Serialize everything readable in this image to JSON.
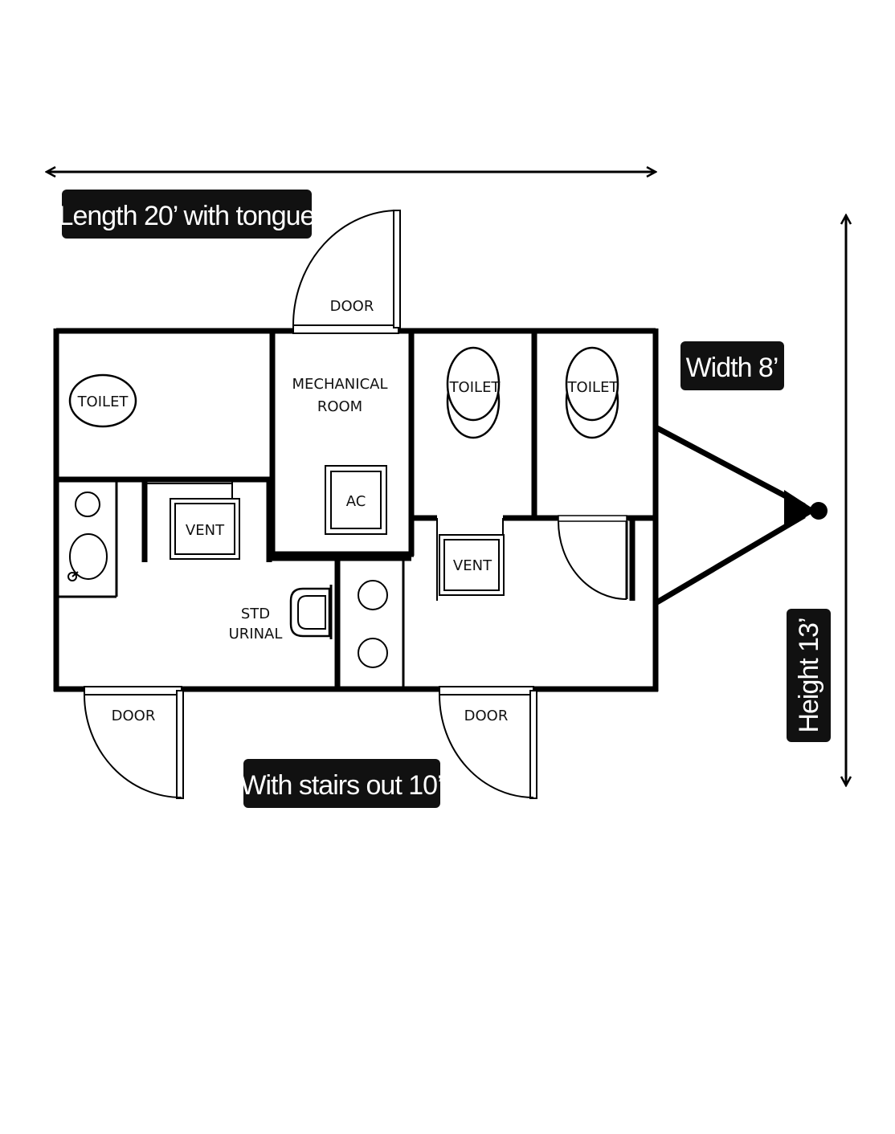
{
  "dimensions": {
    "length": "Length 20’ with tongue",
    "width": "Width 8’",
    "height": "Height 13’",
    "stairs": "With stairs out 10’"
  },
  "rooms": {
    "top_door": "DOOR",
    "toilet_left": "TOILET",
    "mechanical_line1": "MECHANICAL",
    "mechanical_line2": "ROOM",
    "ac": "AC",
    "toilet_mid": "TOILET",
    "toilet_right": "TOILET",
    "vent_left": "VENT",
    "vent_right": "VENT",
    "urinal_line1": "STD",
    "urinal_line2": "URINAL",
    "door_bottom_left": "DOOR",
    "door_bottom_right": "DOOR"
  },
  "colors": {
    "badge": "#111111",
    "line": "#000000",
    "background": "#ffffff"
  }
}
